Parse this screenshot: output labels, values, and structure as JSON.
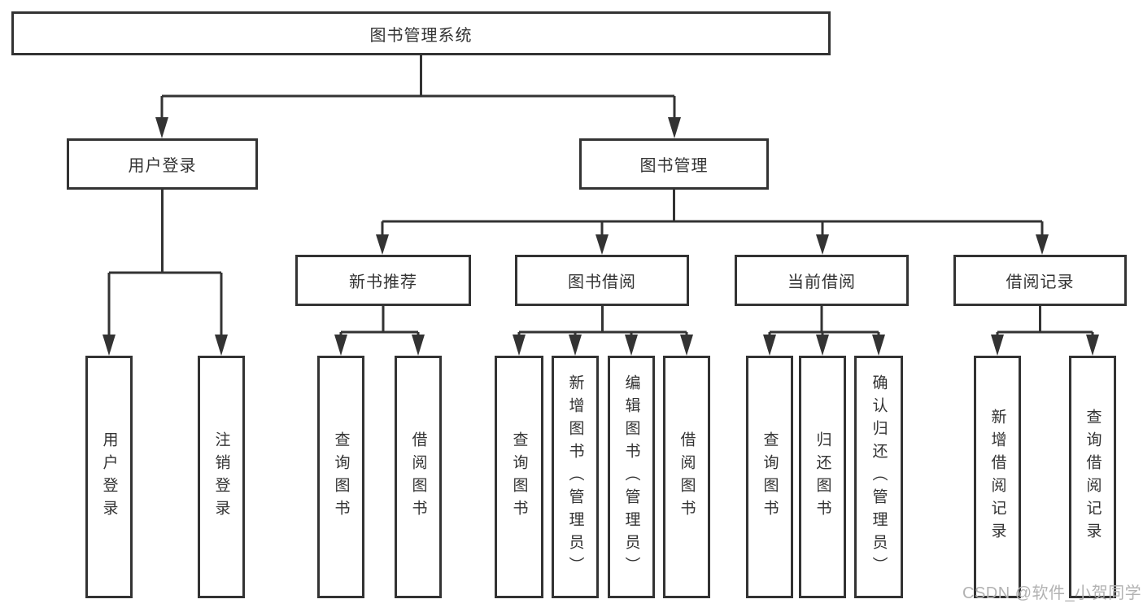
{
  "tree": {
    "root": {
      "label": "图书管理系统"
    },
    "children": [
      {
        "label": "用户登录",
        "children": [
          {
            "label": "用户登录"
          },
          {
            "label": "注销登录"
          }
        ]
      },
      {
        "label": "图书管理",
        "children": [
          {
            "label": "新书推荐",
            "children": [
              {
                "label": "查询图书"
              },
              {
                "label": "借阅图书"
              }
            ]
          },
          {
            "label": "图书借阅",
            "children": [
              {
                "label": "查询图书"
              },
              {
                "label": "新增图书（管理员）"
              },
              {
                "label": "编辑图书（管理员）"
              },
              {
                "label": "借阅图书"
              }
            ]
          },
          {
            "label": "当前借阅",
            "children": [
              {
                "label": "查询图书"
              },
              {
                "label": "归还图书"
              },
              {
                "label": "确认归还（管理员）"
              }
            ]
          },
          {
            "label": "借阅记录",
            "children": [
              {
                "label": "新增借阅记录"
              },
              {
                "label": "查询借阅记录"
              }
            ]
          }
        ]
      }
    ]
  },
  "watermark": {
    "text": "CSDN @软件_小贺同学"
  },
  "colors": {
    "line": "#333333",
    "text": "#333333",
    "watermark": "#b2b2b2",
    "background": "#ffffff"
  }
}
